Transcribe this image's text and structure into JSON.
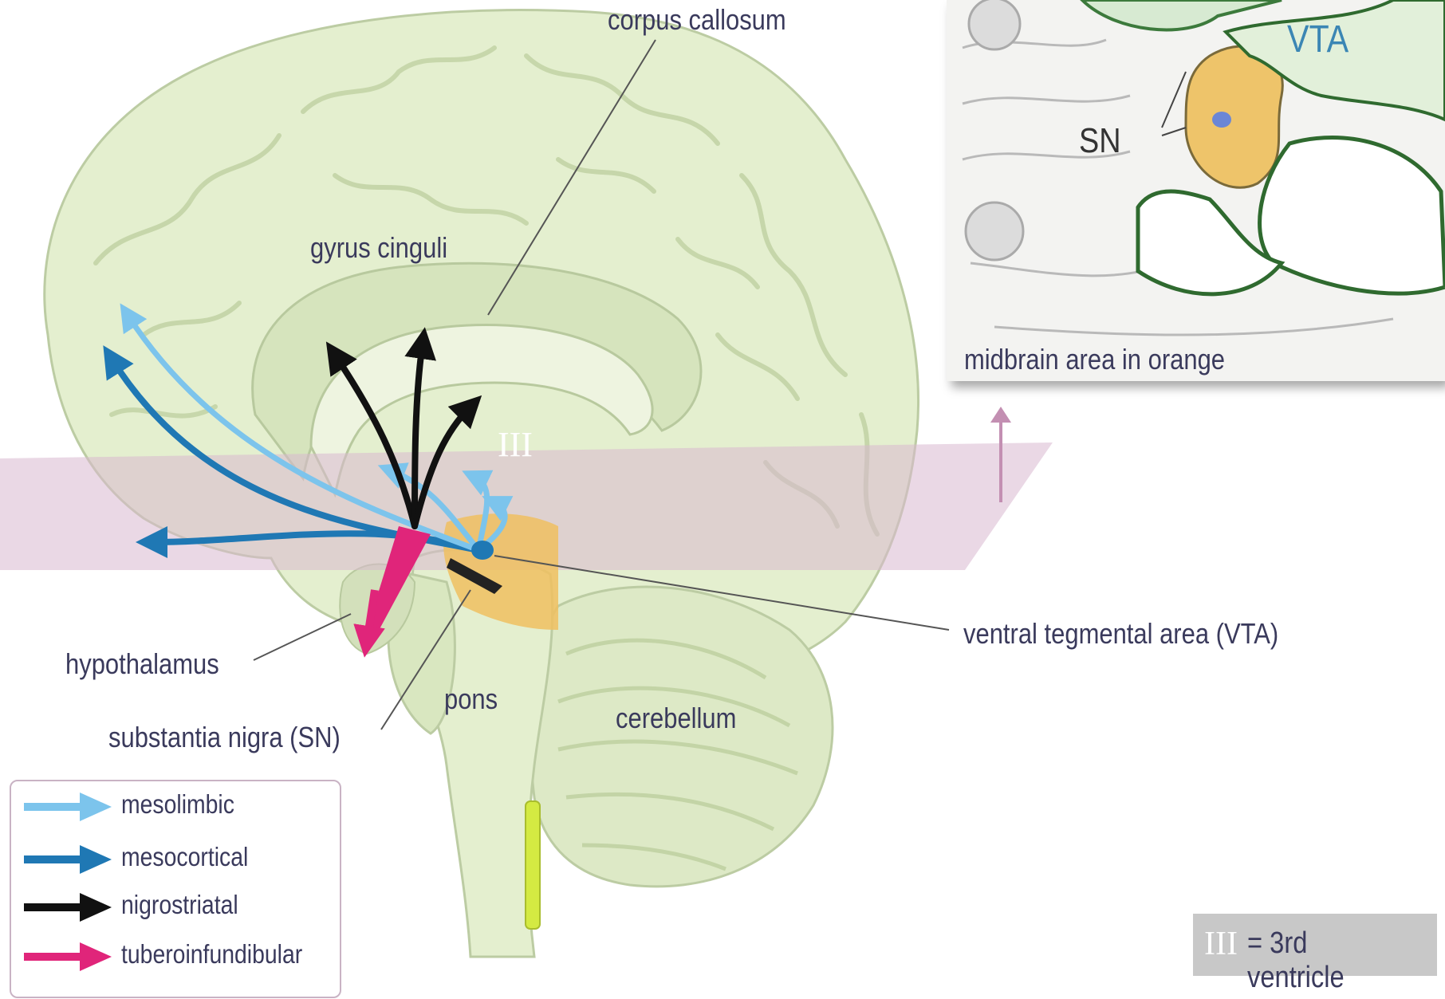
{
  "labels": {
    "corpus_callosum": "corpus callosum",
    "gyrus_cinguli": "gyrus cinguli",
    "hypothalamus": "hypothalamus",
    "substantia_nigra": "substantia nigra (SN)",
    "pons": "pons",
    "cerebellum": "cerebellum",
    "vta": "ventral tegmental area (VTA)",
    "third_ventricle_marker": "III"
  },
  "inset": {
    "vta": "VTA",
    "sn": "SN",
    "caption": "midbrain area in orange"
  },
  "legend": [
    {
      "label": "mesolimbic",
      "color": "#7cc4ec"
    },
    {
      "label": "mesocortical",
      "color": "#1f78b4"
    },
    {
      "label": "nigrostriatal",
      "color": "#111111"
    },
    {
      "label": "tuberoinfundibular",
      "color": "#e0257a"
    }
  ],
  "key": {
    "symbol": "III",
    "text": "= 3rd ventricle"
  },
  "colors": {
    "brain": "#e4efcf",
    "brain_shade": "#c9dbb0",
    "plane": "#d8b8cf",
    "midbrain": "#f0c060"
  }
}
